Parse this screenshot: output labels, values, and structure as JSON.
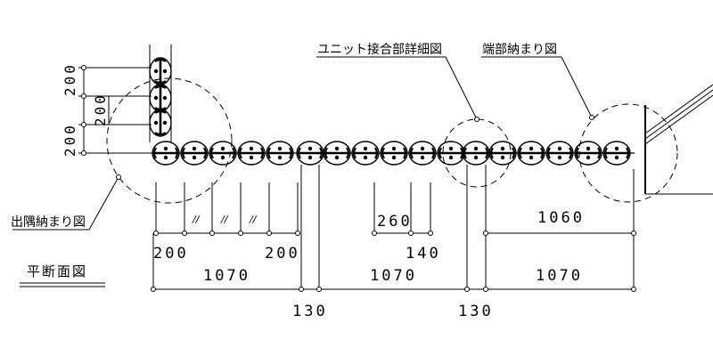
{
  "title": "平断面図",
  "labels": {
    "unit_joint": "ユニット接合部詳細図",
    "end_detail": "端部納まり図",
    "corner_detail": "出隅納まり図"
  },
  "dims_vertical": [
    "200",
    "200",
    "200"
  ],
  "dims_horizontal": {
    "left_pitch_a": "200",
    "left_pitch_b": "200",
    "mid_pitch": "260",
    "mid_pitch_b": "140",
    "end_span": "1060",
    "unit1": "1070",
    "unit2": "1070",
    "unit3": "1070",
    "joint1": "130",
    "joint2": "130"
  },
  "repeat_mark": "//",
  "colors": {
    "line": "#000000",
    "background": "#ffffff"
  }
}
